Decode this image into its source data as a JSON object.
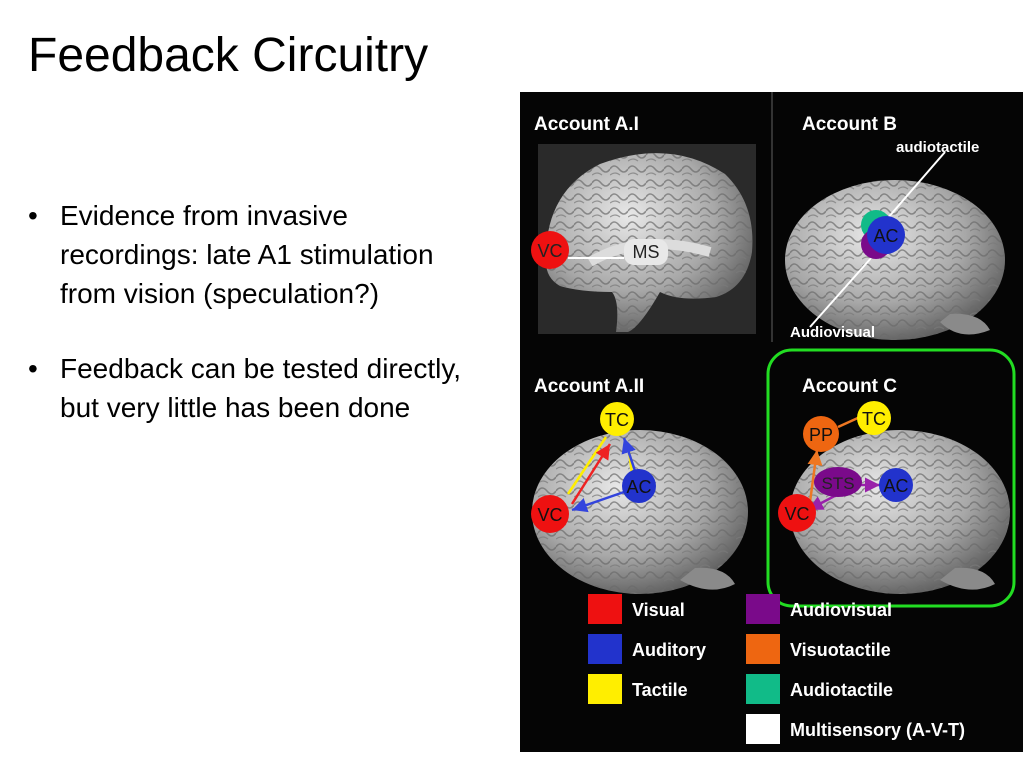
{
  "slide": {
    "title": "Feedback Circuitry",
    "bullets": [
      "Evidence from invasive recordings: late A1 stimulation from vision (speculation?)",
      "Feedback can be tested directly, but very little has been done"
    ],
    "bullet_glyph": "•"
  },
  "figure": {
    "panels": {
      "a1": {
        "title": "Account A.I",
        "nodes": [
          "VC",
          "MS"
        ]
      },
      "b": {
        "title": "Account B",
        "annotations": [
          "audiotactile",
          "Audiovisual"
        ],
        "nodes": [
          "AC"
        ]
      },
      "a2": {
        "title": "Account A.II",
        "nodes": [
          "TC",
          "AC",
          "VC"
        ]
      },
      "c": {
        "title": "Account C",
        "nodes": [
          "PP",
          "TC",
          "STS",
          "AC",
          "VC"
        ],
        "highlight_color": "#22dd22"
      }
    },
    "legend": [
      {
        "label": "Visual",
        "color": "#ee1111"
      },
      {
        "label": "Auditory",
        "color": "#2233cc"
      },
      {
        "label": "Tactile",
        "color": "#ffee00"
      },
      {
        "label": "Audiovisual",
        "color": "#7a0a8a"
      },
      {
        "label": "Visuotactile",
        "color": "#ee6611"
      },
      {
        "label": "Audiotactile",
        "color": "#11bb88"
      },
      {
        "label": "Multisensory (A-V-T)",
        "color": "#ffffff"
      }
    ]
  }
}
